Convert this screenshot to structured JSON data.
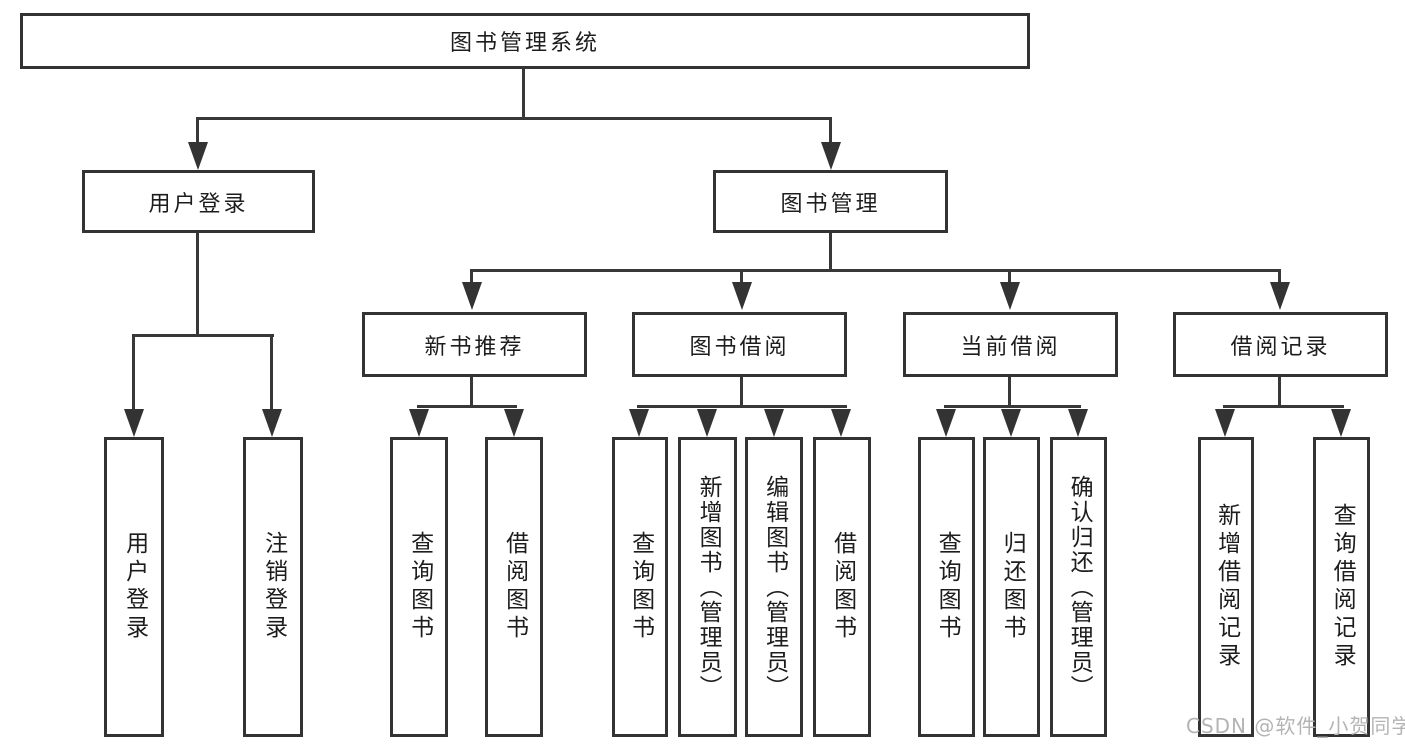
{
  "diagram_title": "图书管理系统",
  "tree": {
    "label": "图书管理系统",
    "children": [
      {
        "label": "用户登录",
        "children": [
          {
            "label": "用户登录"
          },
          {
            "label": "注销登录"
          }
        ]
      },
      {
        "label": "图书管理",
        "children": [
          {
            "label": "新书推荐",
            "children": [
              {
                "label": "查询图书"
              },
              {
                "label": "借阅图书"
              }
            ]
          },
          {
            "label": "图书借阅",
            "children": [
              {
                "label": "查询图书"
              },
              {
                "label": "新增图书（管理员）"
              },
              {
                "label": "编辑图书（管理员）"
              },
              {
                "label": "借阅图书"
              }
            ]
          },
          {
            "label": "当前借阅",
            "children": [
              {
                "label": "查询图书"
              },
              {
                "label": "归还图书"
              },
              {
                "label": "确认归还（管理员）"
              }
            ]
          },
          {
            "label": "借阅记录",
            "children": [
              {
                "label": "新增借阅记录"
              },
              {
                "label": "查询借阅记录"
              }
            ]
          }
        ]
      }
    ]
  },
  "watermark": "CSDN @软件_小贺同学",
  "colors": {
    "line": "#383838",
    "box_border": "#333333",
    "text": "#1d1d1d",
    "background": "#ffffff",
    "watermark": "#b4b4b4"
  }
}
